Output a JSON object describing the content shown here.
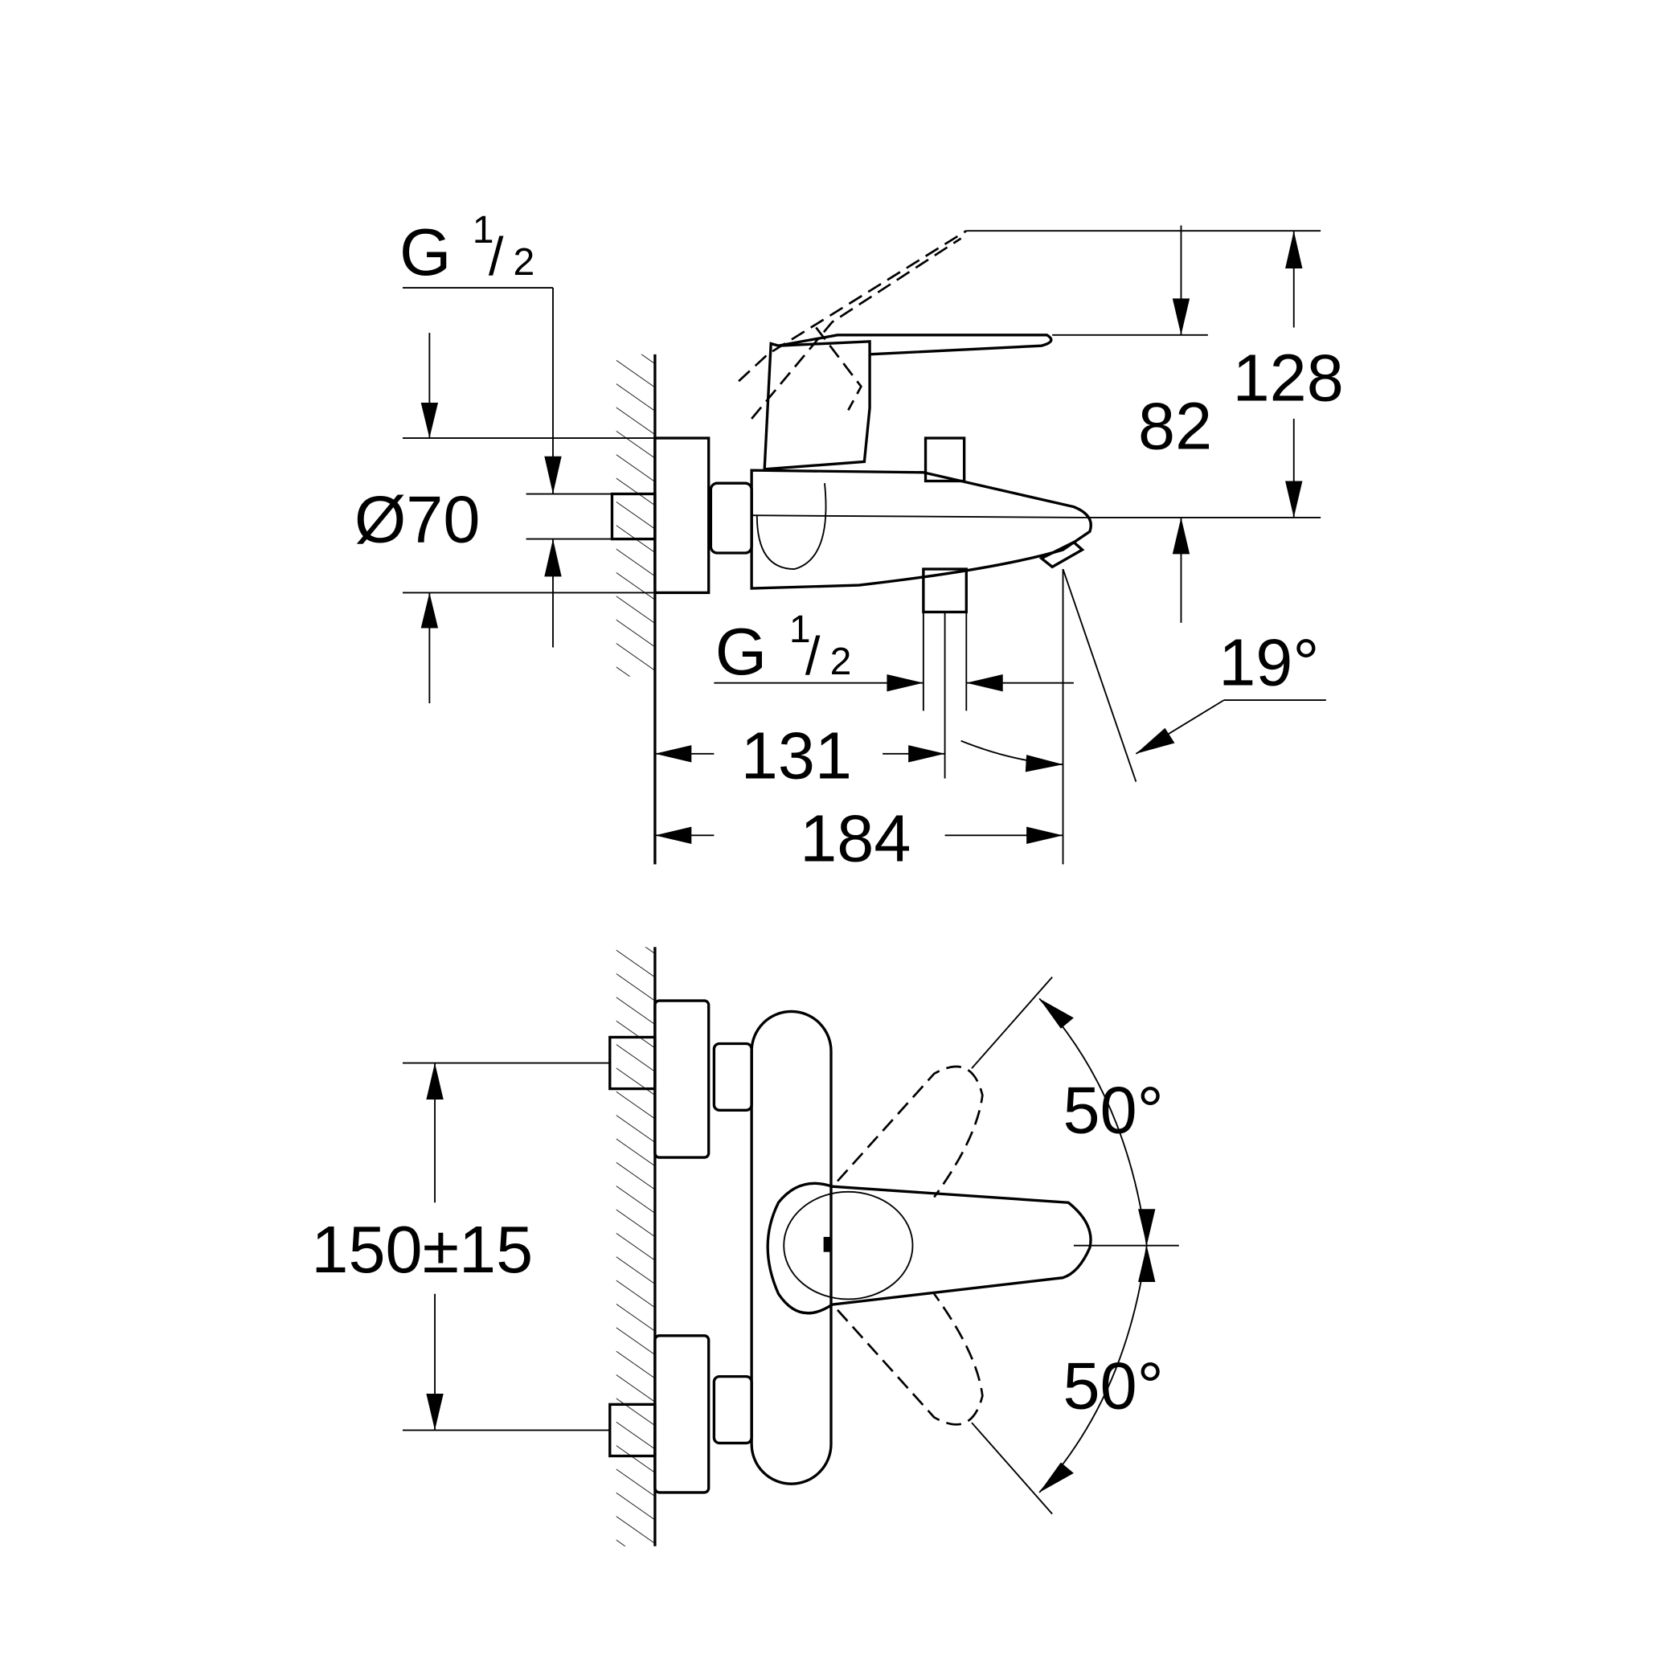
{
  "side_view": {
    "inlet_thread": {
      "main": "G",
      "num": "1",
      "den": "2"
    },
    "outlet_thread": {
      "main": "G",
      "num": "1",
      "den": "2"
    },
    "flange_diameter": "Ø70",
    "spout_height": "82",
    "total_height": "128",
    "spout_angle": "19°",
    "outlet_distance": "131",
    "total_depth": "184"
  },
  "front_view": {
    "lever_angle_up": "50°",
    "lever_angle_down": "50°",
    "inlet_spacing": "150±15"
  }
}
